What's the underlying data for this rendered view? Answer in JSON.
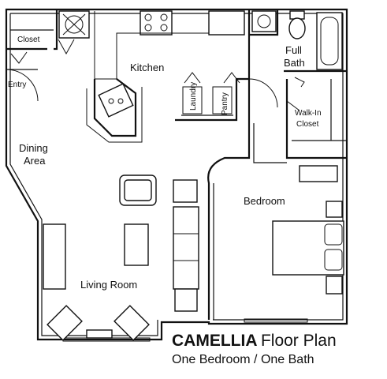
{
  "rooms": {
    "closet": "Closet",
    "entry": "Entry",
    "kitchen": "Kitchen",
    "full_bath_line1": "Full",
    "full_bath_line2": "Bath",
    "laundry": "Laundry",
    "pantry": "Pantry",
    "walkin_line1": "Walk-In",
    "walkin_line2": "Closet",
    "dining_line1": "Dining",
    "dining_line2": "Area",
    "bedroom": "Bedroom",
    "living_room": "Living Room"
  },
  "title": {
    "name": "CAMELLIA",
    "suffix": "Floor Plan",
    "subtitle": "One Bedroom / One Bath"
  }
}
